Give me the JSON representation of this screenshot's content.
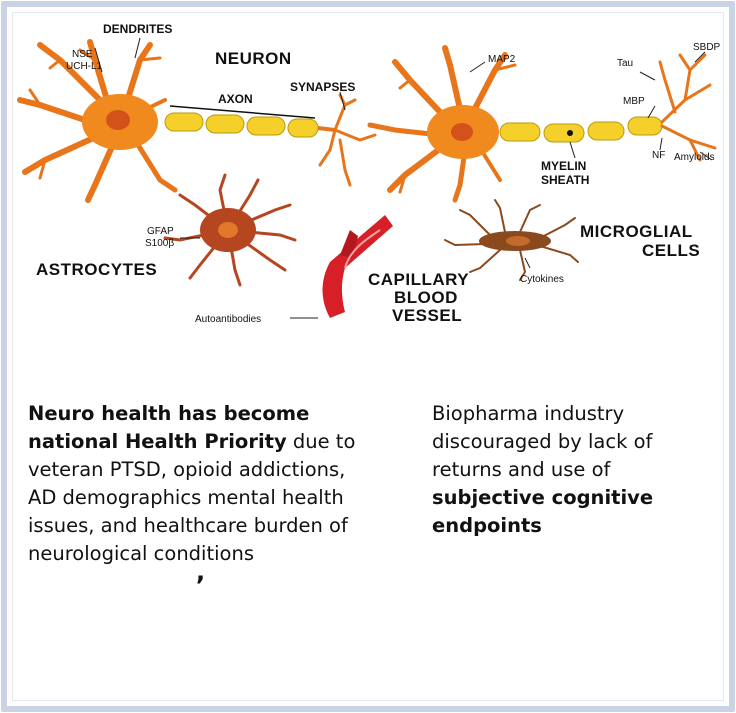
{
  "diagram": {
    "labels": {
      "neuron": "NEURON",
      "dendrites": "DENDRITES",
      "nse": "NSE",
      "uchl1": "UCH-L1",
      "axon": "AXON",
      "synapses": "SYNAPSES",
      "map2": "MAP2",
      "myelin_line1": "MYELIN",
      "myelin_line2": "SHEATH",
      "tau": "Tau",
      "sbdp": "SBDP",
      "mbp": "MBP",
      "nf": "NF",
      "amyloids": "Amyloids",
      "gfap": "GFAP",
      "s100b": "S100β",
      "astrocytes": "ASTROCYTES",
      "microglial_line1": "MICROGLIAL",
      "microglial_line2": "CELLS",
      "cytokines": "Cytokines",
      "capillary_line1": "CAPILLARY",
      "capillary_line2": "BLOOD",
      "capillary_line3": "VESSEL",
      "autoantibodies": "Autoantibodies"
    },
    "colors": {
      "neuron_body": "#f08a1e",
      "nucleus": "#d2521a",
      "myelin": "#f5d02a",
      "astrocyte": "#b5461f",
      "microglia": "#8a4a1e",
      "vessel": "#d61f26"
    }
  },
  "text": {
    "left_bold": "Neuro health has become national Health Priority",
    "left_rest": " due to veteran PTSD, opioid addictions, AD demographics mental health issues, and healthcare burden of neurological conditions",
    "stray_comma": ",",
    "right_plain": "Biopharma industry discouraged by lack of returns and use of ",
    "right_bold": "subjective cognitive endpoints"
  }
}
